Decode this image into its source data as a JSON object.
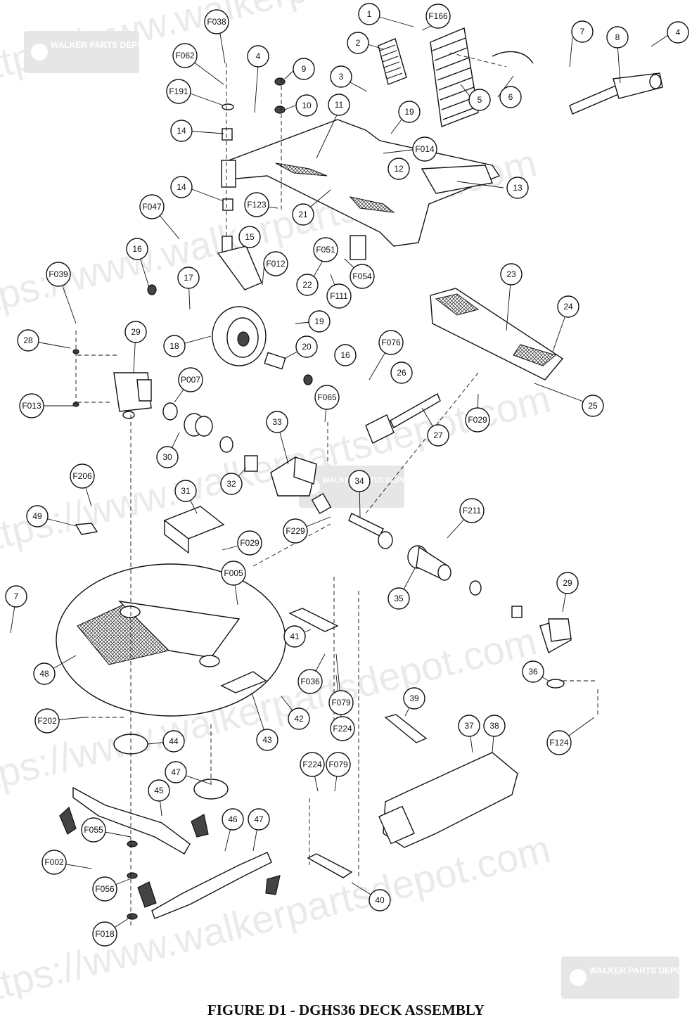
{
  "caption": "FIGURE D1 - DGHS36 DECK ASSEMBLY",
  "watermark": {
    "url": "https://www.walkerpartsdepot.com",
    "logo": "WALKER PARTS DEPOT"
  },
  "callouts": [
    "1",
    "F166",
    "F038",
    "F062",
    "4",
    "9",
    "7",
    "8",
    "4",
    "2",
    "6",
    "5",
    "3",
    "10",
    "F191",
    "11",
    "19",
    "14",
    "F014",
    "12",
    "13",
    "14",
    "F123",
    "21",
    "F047",
    "15",
    "F012",
    "F051",
    "F054",
    "16",
    "22",
    "F111",
    "17",
    "19",
    "18",
    "20",
    "16",
    "23",
    "24",
    "F039",
    "28",
    "29",
    "P007",
    "F076",
    "26",
    "F013",
    "F065",
    "F029",
    "27",
    "25",
    "33",
    "30",
    "32",
    "34",
    "F206",
    "31",
    "49",
    "F029",
    "F229",
    "F211",
    "F005",
    "7",
    "35",
    "29",
    "41",
    "48",
    "36",
    "F036",
    "43",
    "42",
    "F079",
    "F224",
    "F202",
    "39",
    "44",
    "37",
    "38",
    "F124",
    "47",
    "45",
    "F224",
    "F079",
    "46",
    "47",
    "F055",
    "F002",
    "F056",
    "40",
    "F018"
  ]
}
